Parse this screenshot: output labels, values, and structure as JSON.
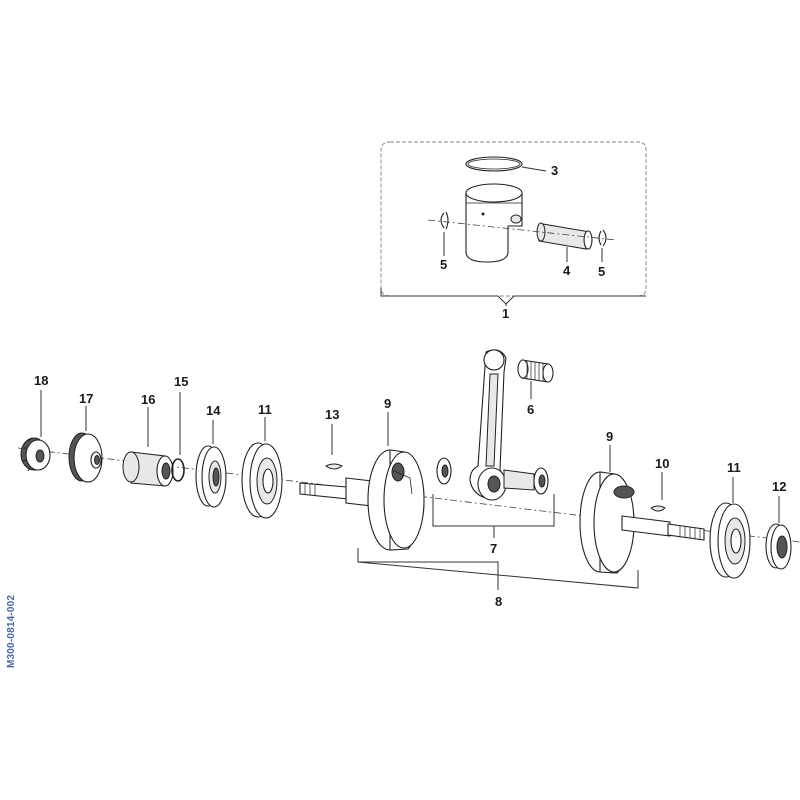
{
  "document_code": "M300-0814-002",
  "callouts": {
    "c1": "1",
    "c3": "3",
    "c4": "4",
    "c5a": "5",
    "c5b": "5",
    "c6": "6",
    "c7": "7",
    "c8": "8",
    "c9a": "9",
    "c9b": "9",
    "c10": "10",
    "c11a": "11",
    "c11b": "11",
    "c12": "12",
    "c13": "13",
    "c14": "14",
    "c15": "15",
    "c16": "16",
    "c17": "17",
    "c18": "18"
  }
}
